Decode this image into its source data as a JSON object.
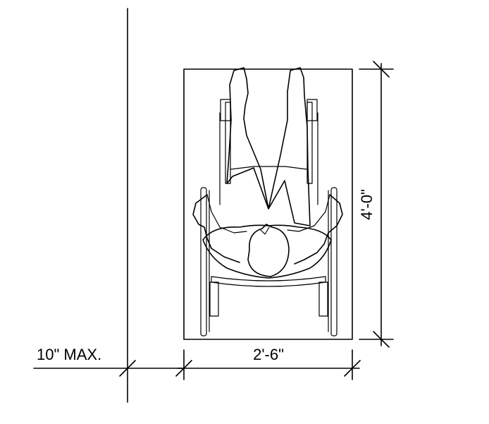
{
  "dimensions": {
    "depth_label": "4'-0\"",
    "width_label": "2'-6\"",
    "offset_label": "10\" MAX."
  }
}
